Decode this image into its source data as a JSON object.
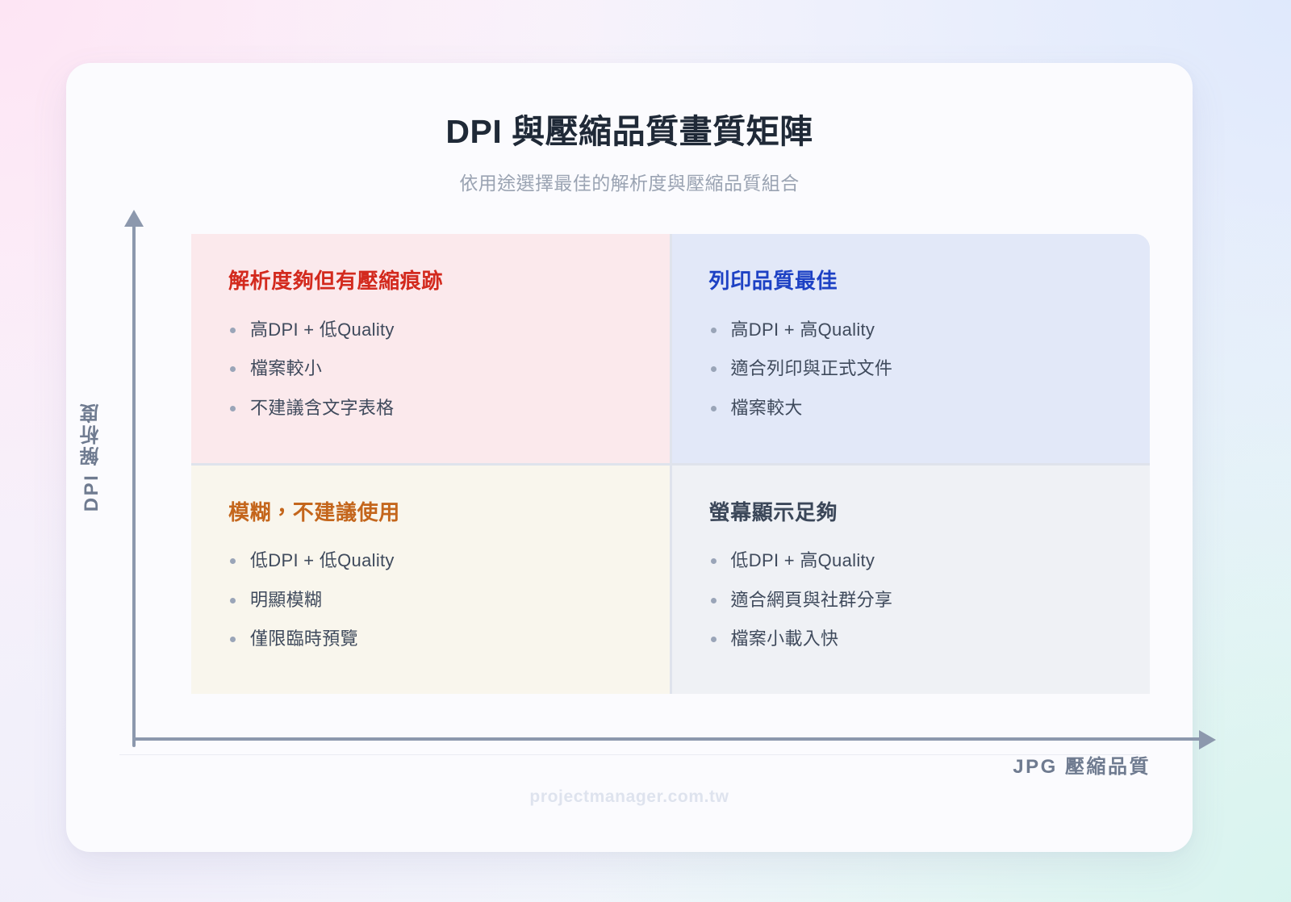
{
  "header": {
    "title": "DPI 與壓縮品質畫質矩陣",
    "subtitle": "依用途選擇最佳的解析度與壓縮品質組合"
  },
  "axes": {
    "y_label": "DPI 解析度",
    "x_label": "JPG 壓縮品質"
  },
  "quadrants": [
    {
      "id": "high-dpi-low-quality",
      "position": "top-left",
      "title": "解析度夠但有壓縮痕跡",
      "title_color": "#d32a1e",
      "background_color": "#fbe9ec",
      "items": [
        "高DPI + 低Quality",
        "檔案較小",
        "不建議含文字表格"
      ]
    },
    {
      "id": "high-dpi-high-quality",
      "position": "top-right",
      "title": "列印品質最佳",
      "title_color": "#1d41c4",
      "background_color": "#e2e8f8",
      "items": [
        "高DPI + 高Quality",
        "適合列印與正式文件",
        "檔案較大"
      ]
    },
    {
      "id": "low-dpi-low-quality",
      "position": "bottom-left",
      "title": "模糊，不建議使用",
      "title_color": "#c4661c",
      "background_color": "#f9f6ed",
      "items": [
        "低DPI + 低Quality",
        "明顯模糊",
        "僅限臨時預覽"
      ]
    },
    {
      "id": "low-dpi-high-quality",
      "position": "bottom-right",
      "title": "螢幕顯示足夠",
      "title_color": "#3b4759",
      "background_color": "#eff1f5",
      "items": [
        "低DPI + 高Quality",
        "適合網頁與社群分享",
        "檔案小載入快"
      ]
    }
  ],
  "footer": {
    "site": "projectmanager.com.tw"
  }
}
